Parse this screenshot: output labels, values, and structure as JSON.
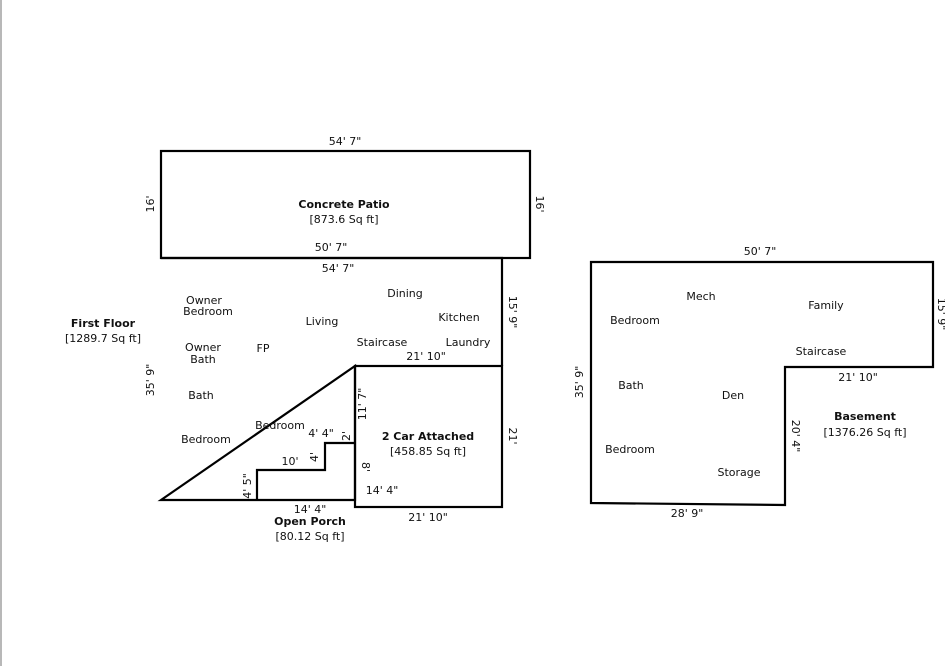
{
  "patio": {
    "title": "Concrete Patio",
    "area": "[873.6 Sq ft]",
    "top": "54' 7\"",
    "bottom": "50' 7\"",
    "left": "16'",
    "right": "16'"
  },
  "first_floor": {
    "title": "First Floor",
    "area": "[1289.7 Sq ft]",
    "top": "54' 7\"",
    "left": "35' 9\"",
    "right_upper": "15' 9\"",
    "garage_top": "21' 10\"",
    "rooms": [
      "Owner",
      "Bedroom",
      "Owner",
      "Bath",
      "Bath",
      "Bedroom",
      "Bedroom",
      "Living",
      "FP",
      "Dining",
      "Kitchen",
      "Staircase",
      "Laundry"
    ],
    "dims": {
      "d_11_7": "11' 7\"",
      "d_4_4": "4' 4\"",
      "d_2": "2'",
      "d_4": "4'",
      "d_10": "10'",
      "d_8": "8'",
      "d_14_4b": "14' 4\"",
      "d_4_5": "4' 5\""
    }
  },
  "garage": {
    "title": "2 Car Attached",
    "area": "[458.85 Sq ft]",
    "right": "21'",
    "bottom": "21' 10\""
  },
  "porch": {
    "title": "Open Porch",
    "area": "[80.12 Sq ft]",
    "bottom": "14' 4\""
  },
  "basement": {
    "title": "Basement",
    "area": "[1376.26 Sq ft]",
    "top": "50' 7\"",
    "left": "35' 9\"",
    "right": "15' 9\"",
    "step": "21' 10\"",
    "inner": "20' 4\"",
    "bottom": "28' 9\"",
    "rooms": [
      "Mech",
      "Family",
      "Bedroom",
      "Staircase",
      "Bath",
      "Den",
      "Bedroom",
      "Storage"
    ]
  }
}
